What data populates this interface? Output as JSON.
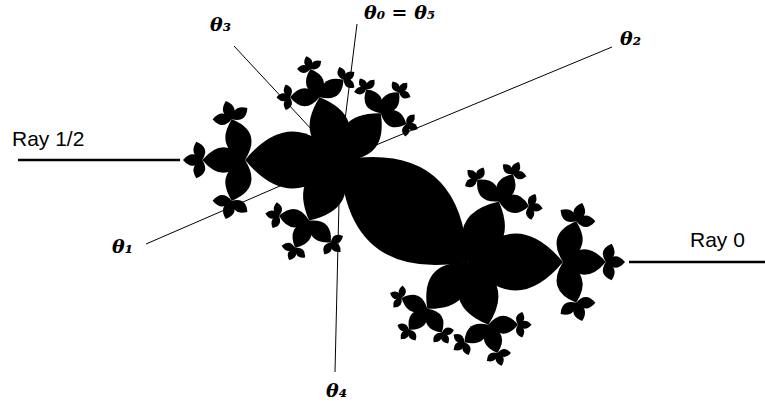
{
  "diagram": {
    "labels": [
      "Ray 1/2",
      "Ray 0",
      "θ₃",
      "θ₀ = θ₅",
      "θ₂",
      "θ₁",
      "θ₄"
    ]
  }
}
